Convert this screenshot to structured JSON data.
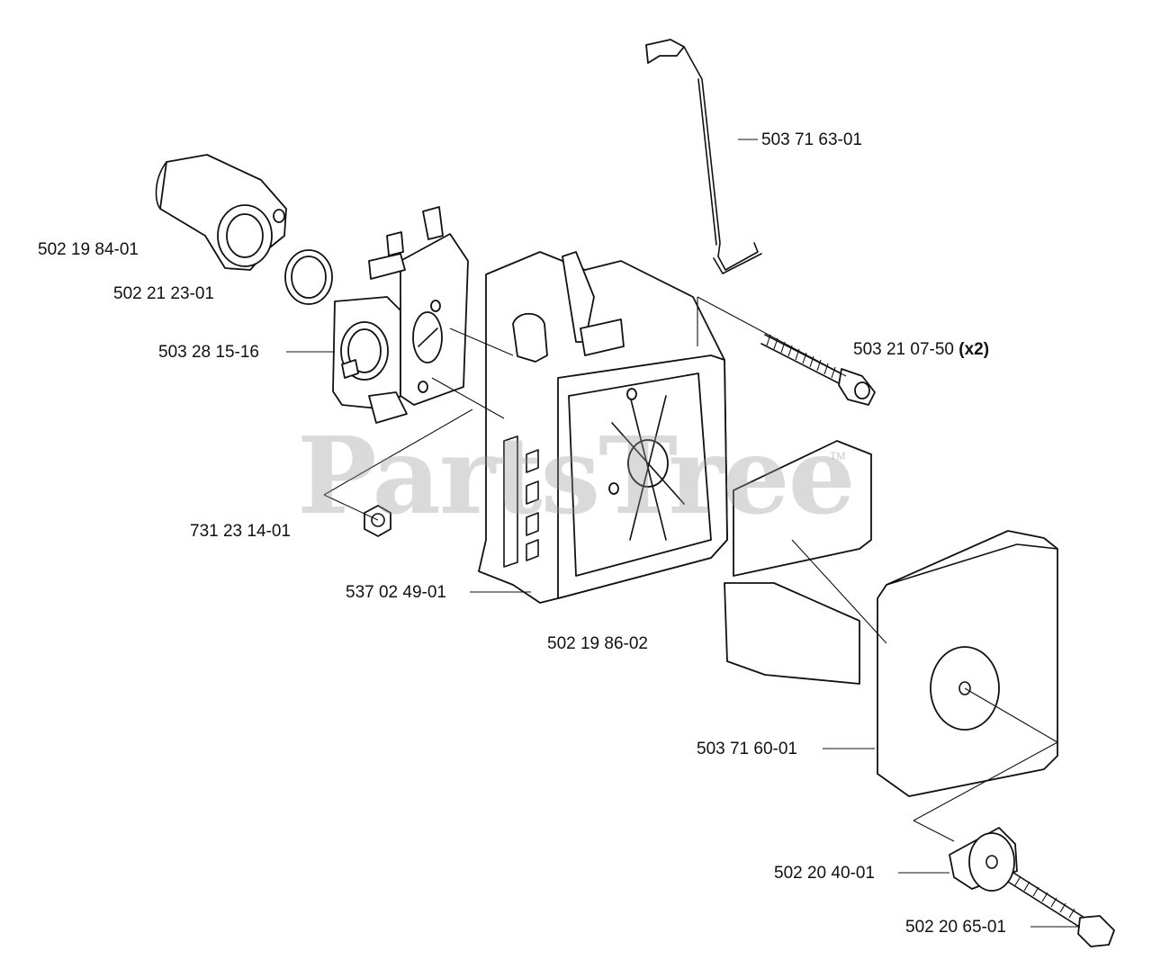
{
  "diagram": {
    "watermark": "PartsTree",
    "watermark_tm": "TM",
    "parts": [
      {
        "id": "p1",
        "number": "503 71 63-01",
        "qty": ""
      },
      {
        "id": "p2",
        "number": "502 19 84-01",
        "qty": ""
      },
      {
        "id": "p3",
        "number": "502 21 23-01",
        "qty": ""
      },
      {
        "id": "p4",
        "number": "503 28 15-16",
        "qty": ""
      },
      {
        "id": "p5",
        "number": "503 21 07-50",
        "qty": "(x2)"
      },
      {
        "id": "p6",
        "number": "731 23 14-01",
        "qty": ""
      },
      {
        "id": "p7",
        "number": "537 02 49-01",
        "qty": ""
      },
      {
        "id": "p8",
        "number": "502 19 86-02",
        "qty": ""
      },
      {
        "id": "p9",
        "number": "503 71 60-01",
        "qty": ""
      },
      {
        "id": "p10",
        "number": "502 20 40-01",
        "qty": ""
      },
      {
        "id": "p11",
        "number": "502 20 65-01",
        "qty": ""
      }
    ]
  }
}
